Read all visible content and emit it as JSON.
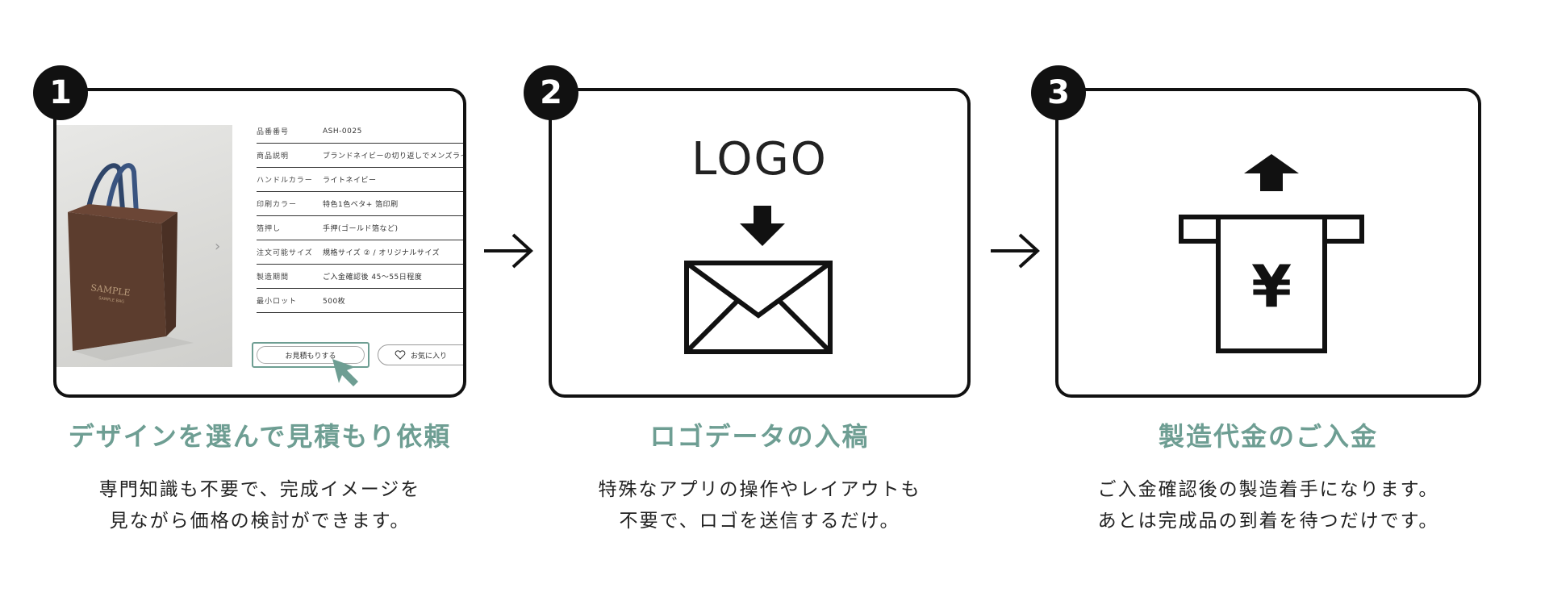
{
  "steps": [
    {
      "number": "1",
      "title": "デザインを選んで見積もり依頼",
      "desc_line1": "専門知識も不要で、完成イメージを",
      "desc_line2": "見ながら価格の検討ができます。",
      "screenshot": {
        "bag_text_main": "SAMPLE",
        "bag_text_sub": "SAMPLE BAG",
        "carousel_next": "›",
        "specs": [
          {
            "label": "品番番号",
            "value": "ASH-0025"
          },
          {
            "label": "商品説明",
            "value": "ブランドネイビーの切り返しでメンズライ"
          },
          {
            "label": "ハンドルカラー",
            "value": "ライトネイビー"
          },
          {
            "label": "印刷カラー",
            "value": "特色1色ベタ+ 箔印刷"
          },
          {
            "label": "箔押し",
            "value": "手押(ゴールド箔など)"
          },
          {
            "label": "注文可能サイズ",
            "value": "規格サイズ ② / オリジナルサイズ"
          },
          {
            "label": "製造期間",
            "value": "ご入金確認後 45〜55日程度"
          },
          {
            "label": "最小ロット",
            "value": "500枚"
          }
        ],
        "quote_button": "お見積もりする",
        "fav_button": "お気に入り"
      }
    },
    {
      "number": "2",
      "title": "ロゴデータの入稿",
      "desc_line1": "特殊なアプリの操作やレイアウトも",
      "desc_line2": "不要で、ロゴを送信するだけ。",
      "logo_text": "LOGO"
    },
    {
      "number": "3",
      "title": "製造代金のご入金",
      "desc_line1": "ご入金確認後の製造着手になります。",
      "desc_line2": "あとは完成品の到着を待つだけです。",
      "currency_symbol": "¥"
    }
  ],
  "colors": {
    "accent": "#6e9e93",
    "border": "#111111",
    "bag": "#5c3d2e",
    "handle": "#2f4569"
  },
  "icons": [
    "arrow-right-icon",
    "arrow-down-icon",
    "envelope-icon",
    "arrow-up-icon",
    "atm-icon",
    "cursor-pointer-icon",
    "heart-icon"
  ]
}
